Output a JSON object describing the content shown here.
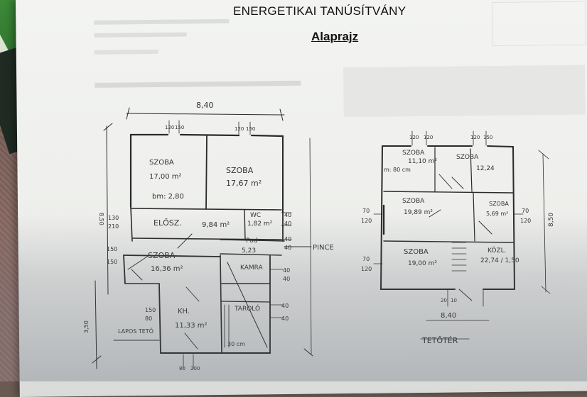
{
  "document": {
    "title": "ENERGETIKAI TANÚSÍTVÁNY",
    "subtitle": "Alaprajz"
  },
  "floor_plan_left": {
    "overall_width": "8,40",
    "overall_depth": "8,50",
    "lower_depth": "3,50",
    "top_openings": [
      "120",
      "150",
      "120",
      "150"
    ],
    "rooms": [
      {
        "name": "SZOBA",
        "area": "17,00 m²",
        "note": "bm: 2,80"
      },
      {
        "name": "SZOBA",
        "area": "17,67 m²"
      },
      {
        "name": "ELŐSZ.",
        "area": "9,84 m²"
      },
      {
        "name": "WC",
        "area": "1,82 m²"
      },
      {
        "name": "SZOBA",
        "area": "16,36 m²"
      },
      {
        "name": "KAMRA",
        "area": ""
      },
      {
        "name": "KH.",
        "area": "11,33 m²"
      },
      {
        "name": "TAROLÓ",
        "area": ""
      }
    ],
    "labels": {
      "pod": "Pod",
      "pod_dim": "5,23",
      "pince": "PINCE",
      "lapos_tető": "LAPOS TETŐ",
      "stair": "30 cm"
    },
    "side_dims_left": [
      "130",
      "210",
      "150",
      "150",
      "150",
      "80"
    ],
    "side_dims_right": [
      "40",
      "40",
      "40",
      "40",
      "40",
      "40",
      "40",
      "40"
    ],
    "bottom_dims": [
      "80",
      "200"
    ]
  },
  "floor_plan_right": {
    "overall_width": "8,40",
    "overall_depth": "8,50",
    "top_openings": [
      "120",
      "120",
      "120",
      "150"
    ],
    "rooms": [
      {
        "name": "SZOBA",
        "area": "11,10 m²",
        "note": "m: 80 cm"
      },
      {
        "name": "SZOBA",
        "area": "12,24"
      },
      {
        "name": "SZOBA",
        "area": "19,89 m²"
      },
      {
        "name": "SZOBA",
        "area": "5,69 m²"
      },
      {
        "name": "SZOBA",
        "area": "19,00 m²"
      },
      {
        "name": "KÖZL.",
        "area": "22,74 / 1,50"
      }
    ],
    "side_dims_left": [
      "70",
      "120",
      "70",
      "120"
    ],
    "side_dims_right": [
      "70",
      "120"
    ],
    "bottom_dims": [
      "20",
      "10"
    ],
    "caption": "TETŐTÉR"
  },
  "colors": {
    "paper": "#f1f2ef",
    "ink": "#2a2a2a",
    "title": "#111111"
  }
}
